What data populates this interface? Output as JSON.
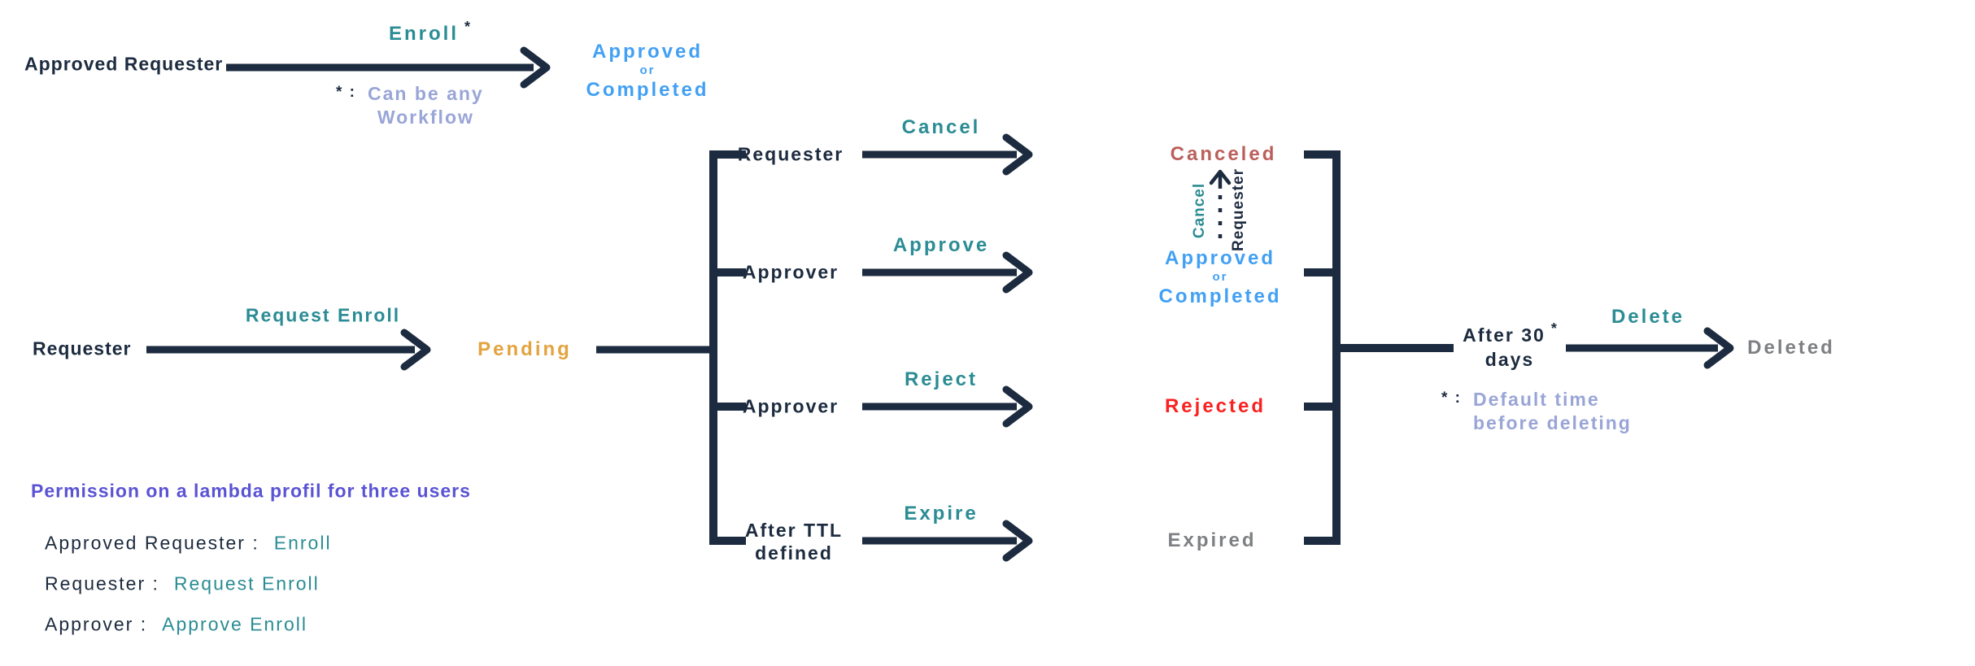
{
  "colors": {
    "line_navy": "#1c2b3f",
    "action_teal": "#2b8c94",
    "state_blue": "#42a0f4",
    "state_orange": "#e3a33f",
    "state_brick_red": "#bb5f5c",
    "state_red": "#f92220",
    "state_gray": "#7e8083",
    "note_periwinkle": "#99a5d7",
    "legend_purple": "#5a53d4"
  },
  "top_flow": {
    "actor": "Approved Requester",
    "action": "Enroll",
    "asterisk": "*",
    "note_marker": "* :",
    "note_line1": "Can be any",
    "note_line2": "Workflow",
    "result_line1": "Approved",
    "result_conj": "or",
    "result_line2": "Completed"
  },
  "main_flow": {
    "actor": "Requester",
    "action": "Request Enroll",
    "state": "Pending"
  },
  "branches": [
    {
      "role": "Requester",
      "action": "Cancel",
      "result": "Canceled"
    },
    {
      "role": "Approver",
      "action": "Approve",
      "result_line1": "Approved",
      "result_conj": "or",
      "result_line2": "Completed"
    },
    {
      "role": "Approver",
      "action": "Reject",
      "result": "Rejected"
    },
    {
      "role_line1": "After TTL",
      "role_line2": "defined",
      "action": "Expire",
      "result": "Expired"
    }
  ],
  "cancel_back_edge": {
    "action_label": "Cancel",
    "actor_label": "Requester"
  },
  "delete_flow": {
    "trigger_line1": "After 30",
    "asterisk": "*",
    "trigger_line2": "days",
    "note_marker": "* :",
    "note_line1": "Default time",
    "note_line2": "before deleting",
    "action": "Delete",
    "result": "Deleted"
  },
  "legend": {
    "title": "Permission on a lambda profil for three users",
    "rows": [
      {
        "role": "Approved Requester :",
        "permission": "Enroll"
      },
      {
        "role": "Requester :",
        "permission": "Request Enroll"
      },
      {
        "role": "Approver :",
        "permission": "Approve Enroll"
      }
    ]
  }
}
